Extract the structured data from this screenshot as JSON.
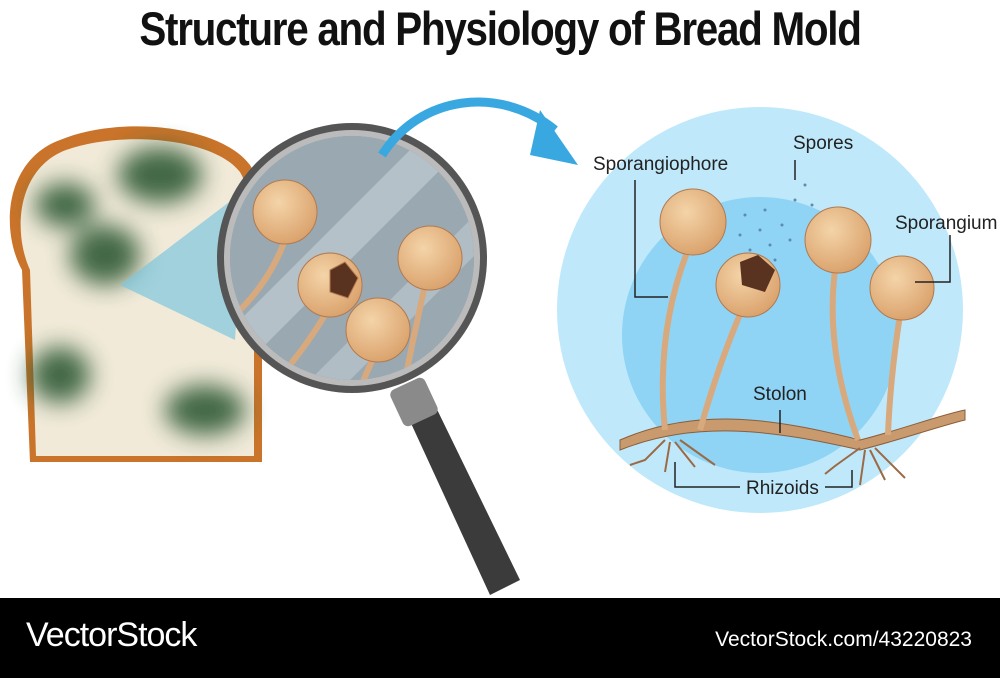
{
  "title": "Structure and Physiology of Bread Mold",
  "labels": {
    "sporangiophore": "Sporangiophore",
    "spores": "Spores",
    "sporangium": "Sporangium",
    "stolon": "Stolon",
    "rhizoids": "Rhizoids"
  },
  "footer": {
    "brand": "VectorStock",
    "id": "VectorStock.com/43220823"
  },
  "colors": {
    "arrow": "#3aa8e0",
    "circle_outer": "#bfe9fb",
    "circle_inner": "#8fd3f5",
    "sporangium": "#e5b887",
    "stalk": "#d9a97e",
    "mold": "#2f5a36",
    "bread_crust": "#c9742a",
    "bread": "#f1ead9"
  }
}
